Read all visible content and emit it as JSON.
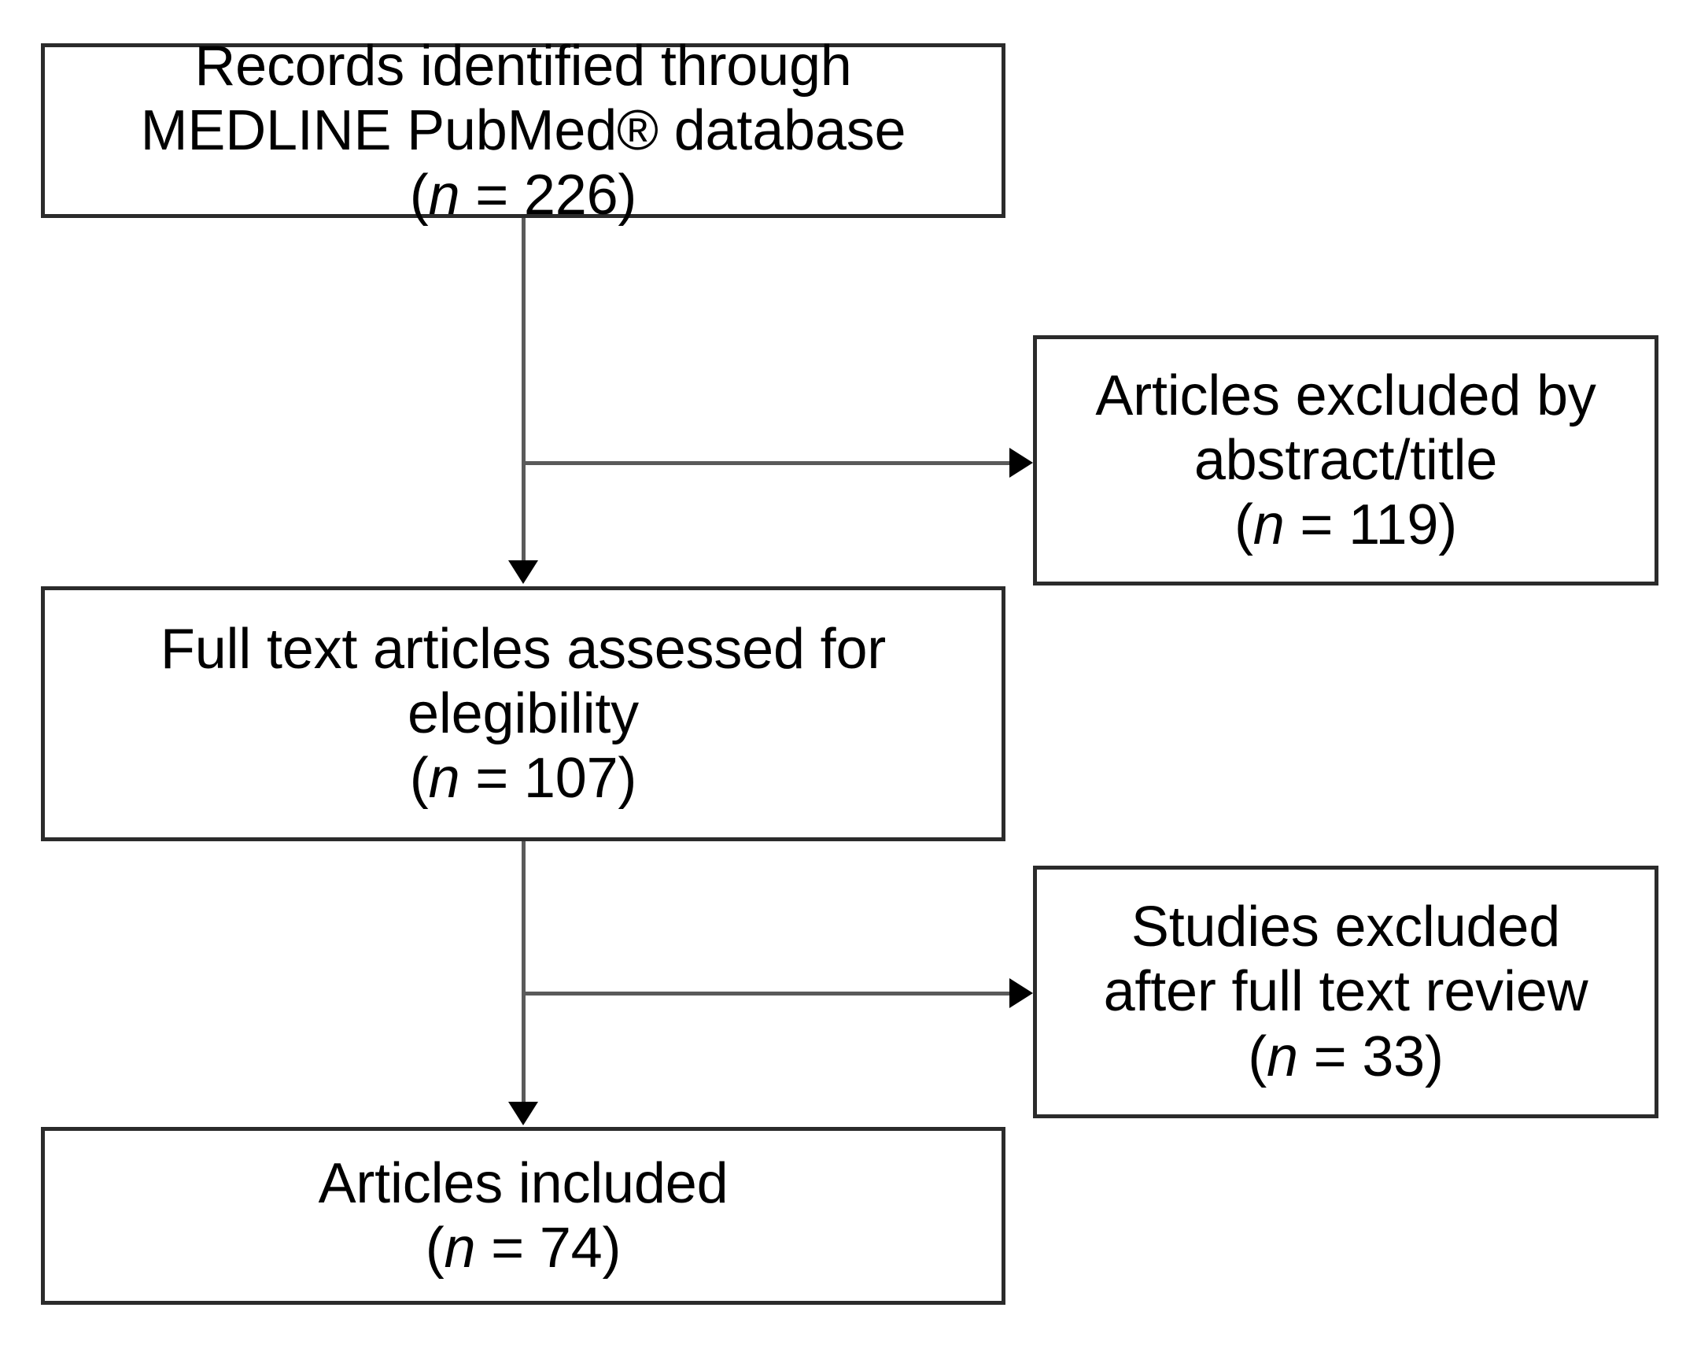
{
  "diagram": {
    "type": "prisma-flow-diagram",
    "boxes": [
      {
        "id": "records-identified",
        "lines": [
          "Records identified through",
          "MEDLINE PubMed® database"
        ],
        "count_prefix": "(",
        "count_var": "n",
        "count_eq": " = ",
        "count_value": "226",
        "count_suffix": ")"
      },
      {
        "id": "articles-excluded-abstract-title",
        "lines": [
          "Articles excluded by",
          "abstract/title"
        ],
        "count_prefix": "(",
        "count_var": "n",
        "count_eq": " = ",
        "count_value": "119",
        "count_suffix": ")"
      },
      {
        "id": "full-text-assessed",
        "lines": [
          "Full text articles assessed for",
          "elegibility"
        ],
        "count_prefix": "(",
        "count_var": "n",
        "count_eq": " = ",
        "count_value": "107",
        "count_suffix": ")"
      },
      {
        "id": "studies-excluded-full-text",
        "lines": [
          "Studies excluded",
          "after full text review"
        ],
        "count_prefix": "(",
        "count_var": "n",
        "count_eq": " = ",
        "count_value": "33",
        "count_suffix": ")"
      },
      {
        "id": "articles-included",
        "lines": [
          "Articles included"
        ],
        "count_prefix": "(",
        "count_var": "n",
        "count_eq": " = ",
        "count_value": "74",
        "count_suffix": ")"
      }
    ],
    "colors": {
      "box_border": "#2b2b2b",
      "connector": "#5a5a5a",
      "arrowhead": "#000000",
      "text": "#000000",
      "background": "#ffffff"
    }
  },
  "chart_data": {
    "type": "diagram-flow",
    "title": "PRISMA study selection flow diagram",
    "nodes": [
      {
        "id": "records-identified",
        "label": "Records identified through MEDLINE PubMed® database",
        "n": 226,
        "column": "main",
        "row": 1
      },
      {
        "id": "articles-excluded-abstract-title",
        "label": "Articles excluded by abstract/title",
        "n": 119,
        "column": "side",
        "row": 1
      },
      {
        "id": "full-text-assessed",
        "label": "Full text articles assessed for elegibility",
        "n": 107,
        "column": "main",
        "row": 2
      },
      {
        "id": "studies-excluded-full-text",
        "label": "Studies excluded after full text review",
        "n": 33,
        "column": "side",
        "row": 2
      },
      {
        "id": "articles-included",
        "label": "Articles included",
        "n": 74,
        "column": "main",
        "row": 3
      }
    ],
    "edges": [
      {
        "from": "records-identified",
        "to": "full-text-assessed",
        "direction": "down"
      },
      {
        "from": "records-identified",
        "to": "articles-excluded-abstract-title",
        "direction": "right"
      },
      {
        "from": "full-text-assessed",
        "to": "articles-included",
        "direction": "down"
      },
      {
        "from": "full-text-assessed",
        "to": "studies-excluded-full-text",
        "direction": "right"
      }
    ]
  }
}
